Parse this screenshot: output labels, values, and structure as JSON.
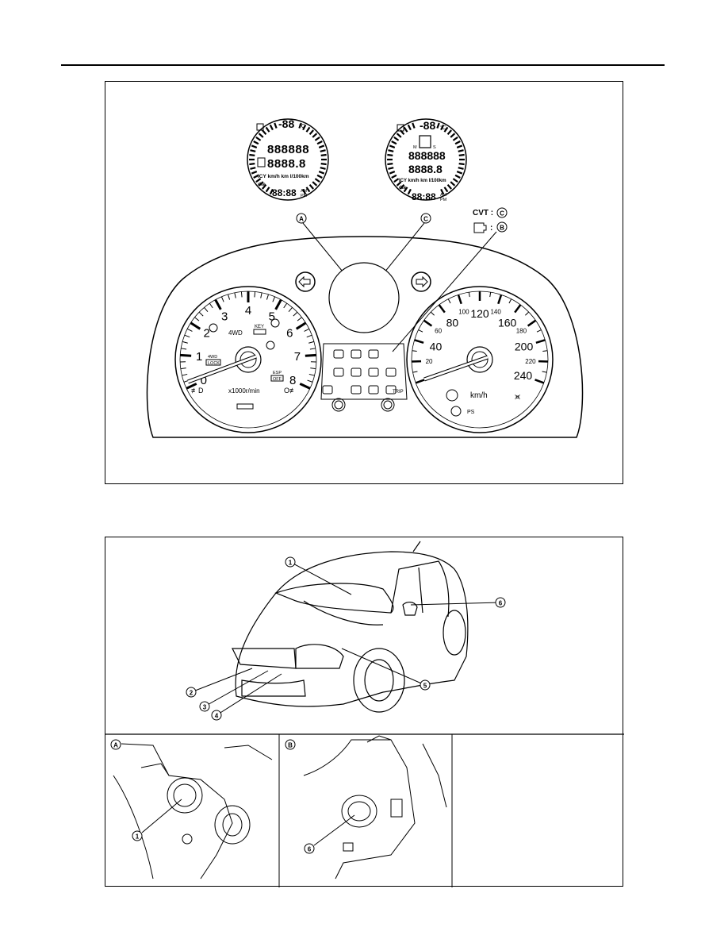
{
  "figure1": {
    "callouts": {
      "a": "A",
      "b": "B",
      "c": "C"
    },
    "legend_cvt": "CVT :",
    "legend_engine_sep": ":",
    "tachometer": {
      "ticks": [
        "0",
        "1",
        "2",
        "3",
        "4",
        "5",
        "6",
        "7",
        "8"
      ],
      "unit": "x1000r/min",
      "label_4wd": "4WD",
      "label_key": "KEY",
      "label_4wd_lock_top": "4WD",
      "label_4wd_lock_bottom": "LOCK",
      "label_esp_top": "ESP",
      "label_esp_bottom": "OFF"
    },
    "speedometer": {
      "ticks_major": [
        "20",
        "40",
        "60",
        "80",
        "100",
        "120",
        "140",
        "160",
        "180",
        "200",
        "220",
        "240"
      ],
      "unit": "km/h",
      "ps_label": "PS"
    },
    "warning_panel": {
      "trip_label": "TRIP"
    },
    "display_a": {
      "temp": "-88",
      "temp_unit": "°C",
      "row1": "888888",
      "row2": "8888.8",
      "units": "ICY km/h km l/100km",
      "dte": "dte",
      "clock": "88:88",
      "am": "AM",
      "pm": "PM"
    },
    "display_c": {
      "temp": "-88",
      "temp_unit": "°C",
      "gear_m": "M",
      "gear_s": "S",
      "row1": "888888",
      "row2": "8888.8",
      "units": "ICY km/h km l/100km",
      "dte": "dte",
      "clock": "88:88",
      "am": "AM",
      "pm": "PM"
    }
  },
  "figure2": {
    "callouts": [
      "1",
      "2",
      "3",
      "4",
      "5",
      "6"
    ],
    "panel_a_label": "A",
    "panel_b_label": "B",
    "panel_a_callout": "1",
    "panel_b_callout": "6"
  }
}
